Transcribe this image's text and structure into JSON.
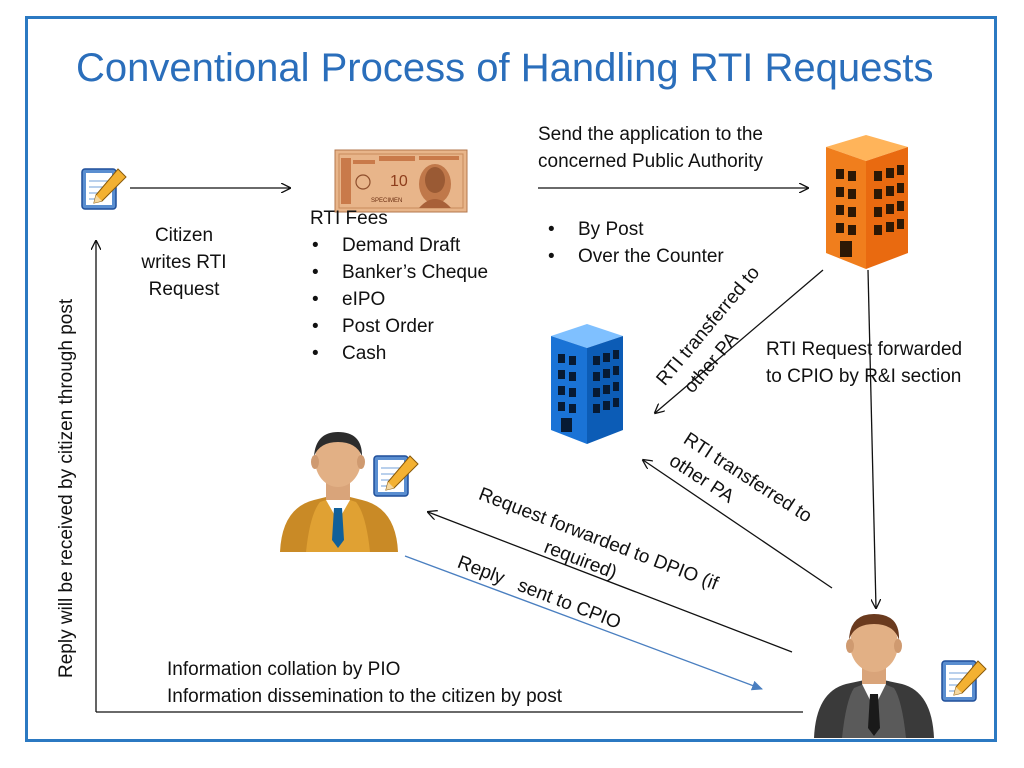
{
  "title": "Conventional Process of Handling RTI Requests",
  "citizen_label": [
    "Citizen",
    "writes RTI",
    "Request"
  ],
  "fees": {
    "heading": "RTI Fees",
    "items": [
      "Demand Draft",
      "Banker’s Cheque",
      "eIPO",
      "Post Order",
      "Cash"
    ]
  },
  "send_application": [
    "Send the application to the",
    "concerned Public Authority"
  ],
  "delivery": {
    "items": [
      "By Post",
      "Over the Counter"
    ]
  },
  "transfer_top": [
    "RTI transferred to",
    "other PA"
  ],
  "forwarded_cpio": [
    "RTI Request forwarded",
    "to CPIO by  R&I section"
  ],
  "transfer_bottom": [
    "RTI transferred to",
    "other PA"
  ],
  "request_dpio": [
    "Request forwarded  to DPIO (if",
    "required)"
  ],
  "reply_cpio": "Reply   sent to CPIO",
  "collation": [
    "Information collation by PIO",
    "Information dissemination to the citizen by post"
  ],
  "left_vertical": "Reply will be received by citizen through post",
  "banknote": {
    "denomination": "10",
    "specimen": "SPECIMEN"
  },
  "colors": {
    "title": "#2a6ebb",
    "frame": "#2b79c2",
    "orange_building": "#f07e1d",
    "blue_building": "#1a73d6",
    "reply_arrow": "#4a7fc0"
  },
  "icons": [
    "note-pencil-icon",
    "banknote-icon",
    "orange-building-icon",
    "blue-building-icon",
    "officer-icon",
    "suit-person-icon"
  ]
}
